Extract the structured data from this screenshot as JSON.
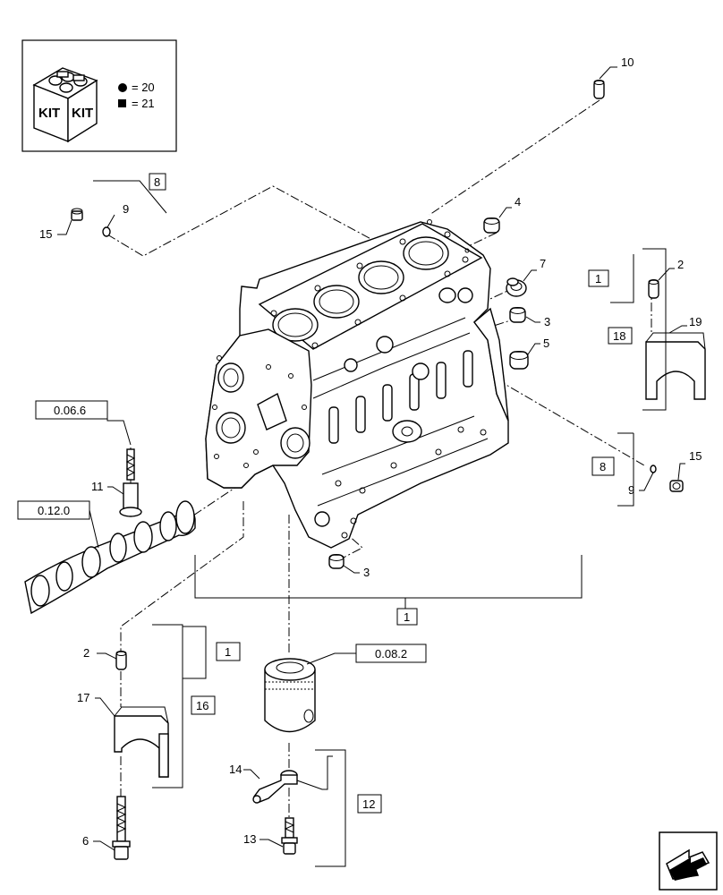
{
  "kit_legend": {
    "kit_left": "KIT",
    "kit_right": "KIT",
    "circle_eq": "= 20",
    "square_eq": "= 21"
  },
  "callouts": {
    "c10": "10",
    "c4": "4",
    "c7": "7",
    "c3a": "3",
    "c5": "5",
    "c3b": "3",
    "c9a": "9",
    "c15a": "15",
    "c9b": "9",
    "c15b": "15",
    "c2a": "2",
    "c19": "19",
    "c11": "11",
    "c2b": "2",
    "c17": "17",
    "c6": "6",
    "c14": "14",
    "c13": "13"
  },
  "ref_boxes": {
    "r8_top": "8",
    "r1_right": "1",
    "r18": "18",
    "r8_right": "8",
    "r006": "0.06.6",
    "r012": "0.12.0",
    "r1_bottom": "1",
    "r1_left": "1",
    "r16": "16",
    "r082": "0.08.2",
    "r12": "12"
  },
  "icons": [
    "kit-box-icon",
    "next-page-arrow-icon"
  ]
}
